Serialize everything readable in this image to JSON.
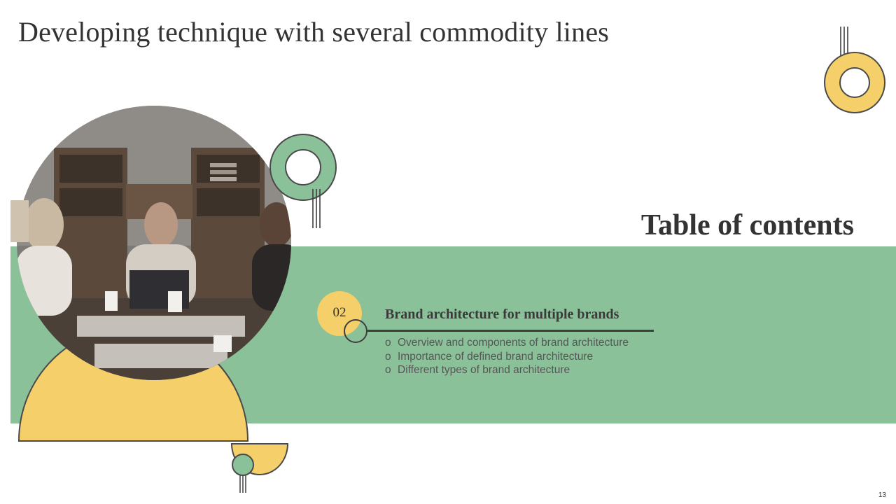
{
  "slide": {
    "title": "Developing technique with several commodity lines",
    "toc_heading": "Table of contents",
    "section": {
      "number": "02",
      "title": "Brand architecture for multiple brands",
      "bullet_marker": "o",
      "bullets": [
        "Overview and components of brand architecture",
        "Importance  of defined brand architecture",
        "Different types of brand architecture"
      ]
    },
    "page_number": "13"
  },
  "colors": {
    "green": "#8bc199",
    "yellow": "#f5cf69",
    "outline": "#4a4a4a",
    "text": "#333333"
  }
}
